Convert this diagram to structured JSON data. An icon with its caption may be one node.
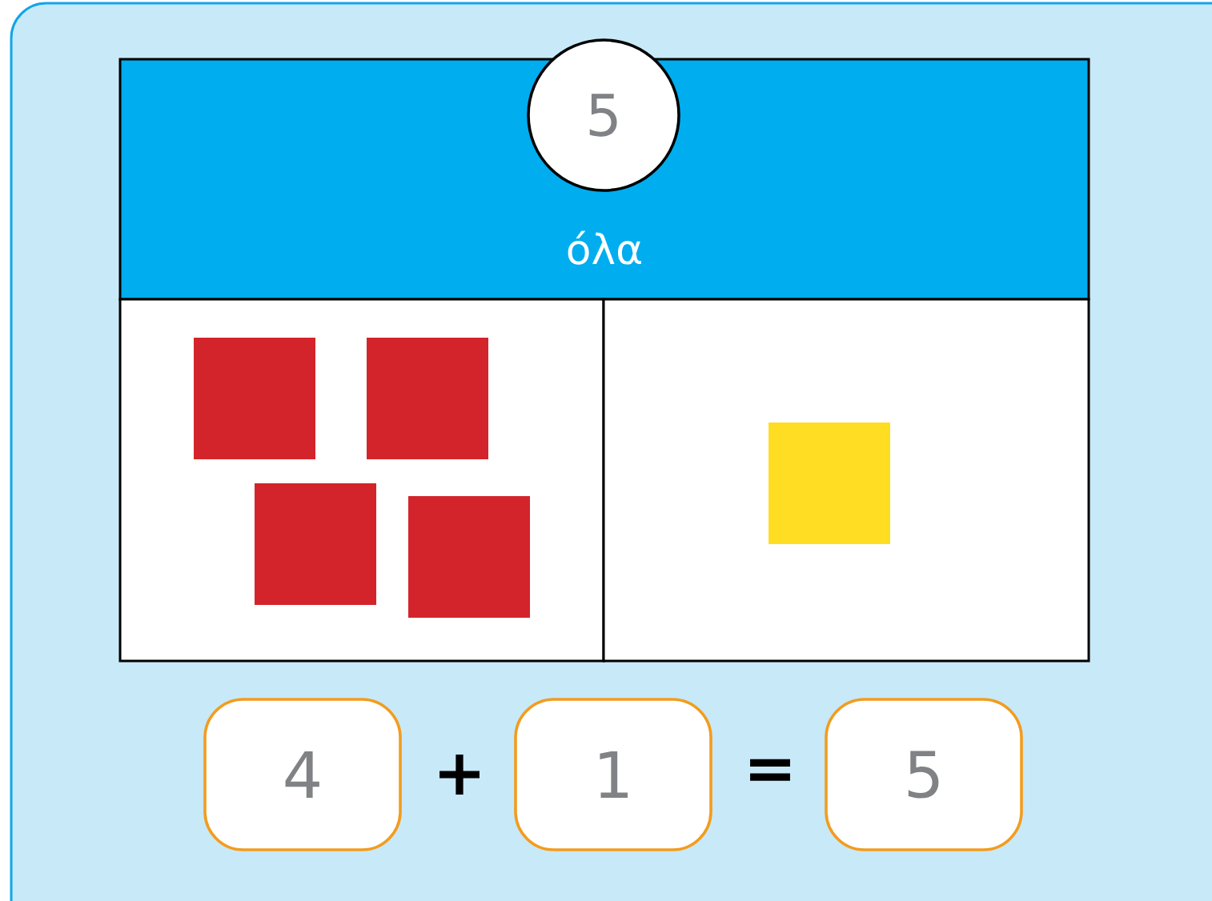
{
  "diagram": {
    "nodes": [
      {
        "text": [
          "όλα"
        ]
      },
      {
        "text": [
          "5"
        ]
      },
      {
        "text": [],
        "shape": "box"
      },
      {
        "text": [],
        "shape": "box"
      },
      {
        "text": [
          "4"
        ]
      },
      {
        "text": [
          "1"
        ]
      },
      {
        "text": [
          "5"
        ]
      }
    ],
    "labels": [
      "+",
      "="
    ]
  }
}
